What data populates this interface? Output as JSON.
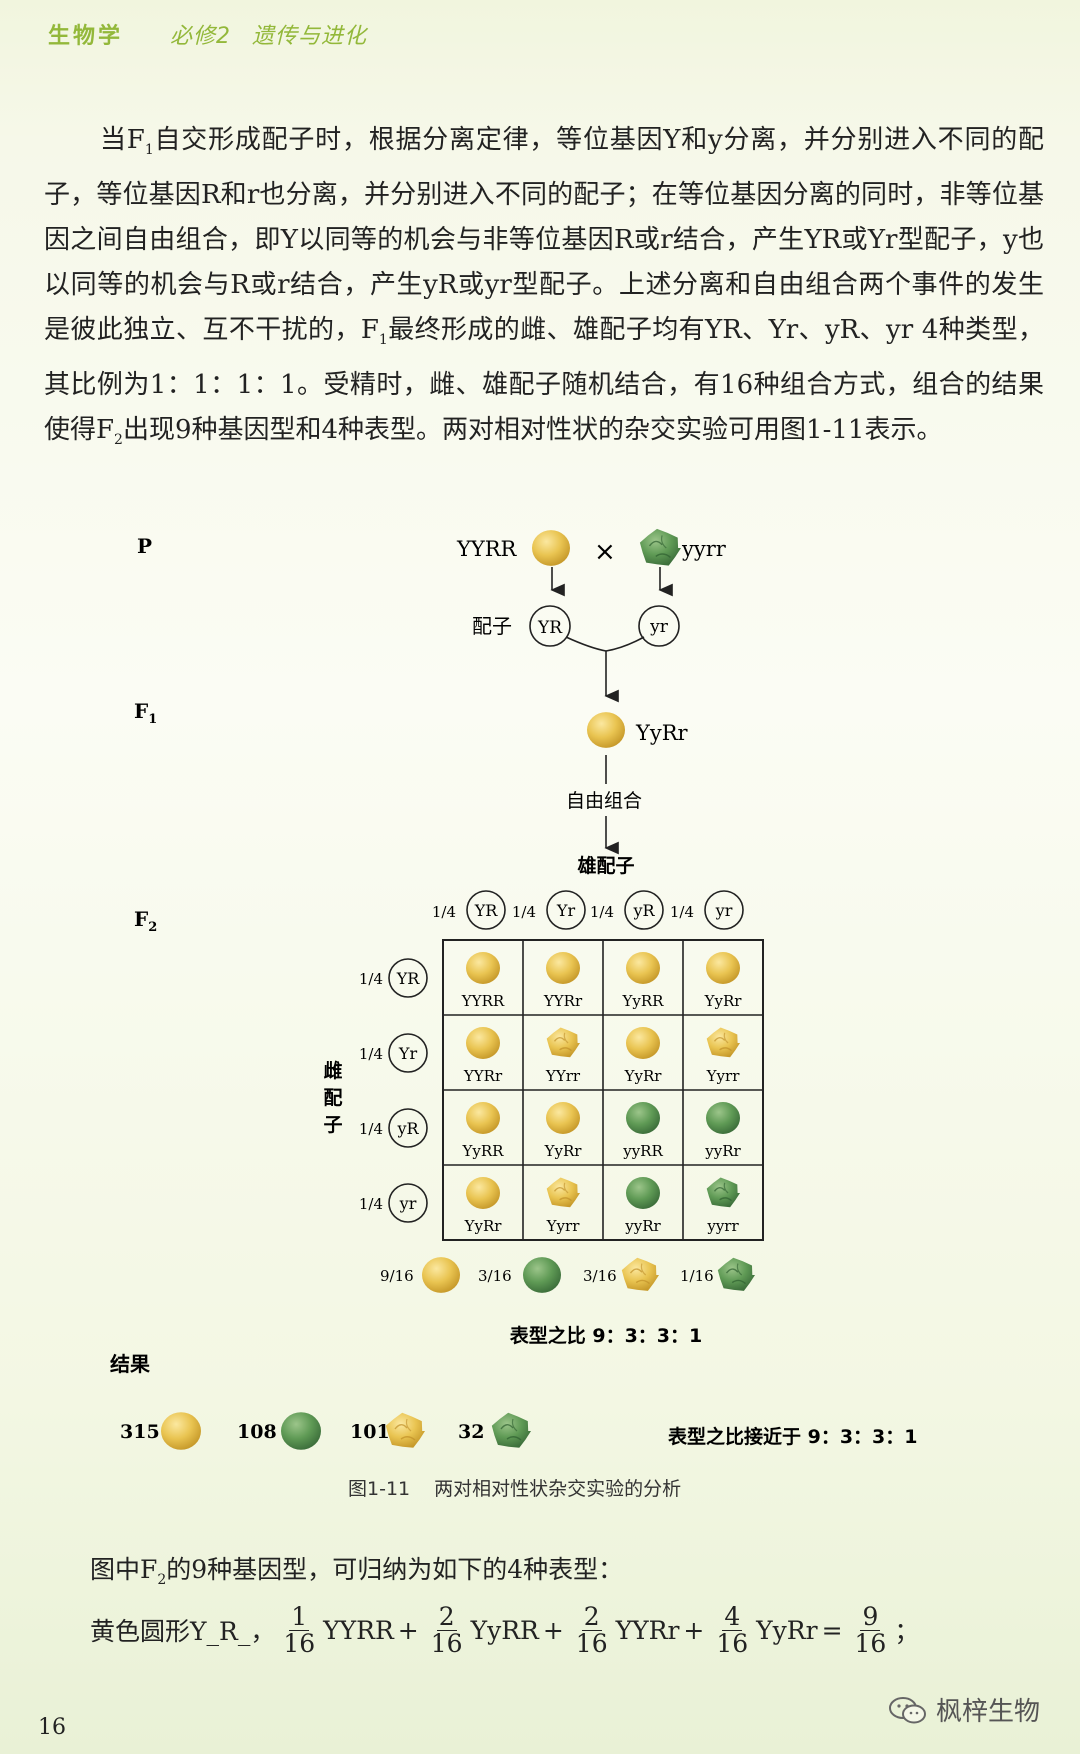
{
  "header": {
    "subject": "生物学",
    "book": "必修2",
    "volume": "遗传与进化"
  },
  "paragraph": {
    "p1": "当F",
    "p2": "自交形成配子时，根据分离定律，等位基因Y和y分离，并分别进入不同的配子，等位基因R和r也分离，并分别进入不同的配子；在等位基因分离的同时，非等位基因之间自由组合，即Y以同等的机会与非等位基因R或r结合，产生YR或Yr型配子，y也以同等的机会与R或r结合，产生yR或yr型配子。上述分离和自由组合两个事件的发生是彼此独立、互不干扰的，F",
    "p3": "最终形成的雌、雄配子均有YR、Yr、yR、yr 4种类型，其比例为1：1：1：1。受精时，雌、雄配子随机结合，有16种组合方式，组合的结果使得F",
    "p4": "出现9种基因型和4种表型。两对相对性状的杂交实验可用图1-11表示。",
    "sub1": "1",
    "sub2": "2"
  },
  "figure": {
    "labels": {
      "P": "P",
      "F1": "F",
      "F2": "F",
      "sub1": "1",
      "sub2": "2"
    },
    "parent_left": "YYRR",
    "cross": "×",
    "parent_right": "yyrr",
    "gamete_label": "配子",
    "gamete_left": "YR",
    "gamete_right": "yr",
    "f1_genotype": "YyRr",
    "free_combination": "自由组合",
    "male_gametes_label": "雄配子",
    "female_gametes_label": [
      "雌",
      "配",
      "子"
    ],
    "male_gametes": [
      {
        "prob": "1/4",
        "type": "YR"
      },
      {
        "prob": "1/4",
        "type": "Yr"
      },
      {
        "prob": "1/4",
        "type": "yR"
      },
      {
        "prob": "1/4",
        "type": "yr"
      }
    ],
    "female_gametes": [
      {
        "prob": "1/4",
        "type": "YR"
      },
      {
        "prob": "1/4",
        "type": "Yr"
      },
      {
        "prob": "1/4",
        "type": "yR"
      },
      {
        "prob": "1/4",
        "type": "yr"
      }
    ],
    "grid": [
      [
        {
          "g": "YYRR",
          "p": "yellow-round"
        },
        {
          "g": "YYRr",
          "p": "yellow-round"
        },
        {
          "g": "YyRR",
          "p": "yellow-round"
        },
        {
          "g": "YyRr",
          "p": "yellow-round"
        }
      ],
      [
        {
          "g": "YYRr",
          "p": "yellow-round"
        },
        {
          "g": "YYrr",
          "p": "yellow-wrinkled"
        },
        {
          "g": "YyRr",
          "p": "yellow-round"
        },
        {
          "g": "Yyrr",
          "p": "yellow-wrinkled"
        }
      ],
      [
        {
          "g": "YyRR",
          "p": "yellow-round"
        },
        {
          "g": "YyRr",
          "p": "yellow-round"
        },
        {
          "g": "yyRR",
          "p": "green-round"
        },
        {
          "g": "yyRr",
          "p": "green-round"
        }
      ],
      [
        {
          "g": "YyRr",
          "p": "yellow-round"
        },
        {
          "g": "Yyrr",
          "p": "yellow-wrinkled"
        },
        {
          "g": "yyRr",
          "p": "green-round"
        },
        {
          "g": "yyrr",
          "p": "green-wrinkled"
        }
      ]
    ],
    "phenotype_fractions": [
      {
        "frac": "9/16",
        "p": "yellow-round"
      },
      {
        "frac": "3/16",
        "p": "green-round"
      },
      {
        "frac": "3/16",
        "p": "yellow-wrinkled"
      },
      {
        "frac": "1/16",
        "p": "green-wrinkled"
      }
    ],
    "ratio_text": "表型之比 9：3：3：1",
    "results_label": "结果",
    "results": [
      {
        "count": "315",
        "p": "yellow-round"
      },
      {
        "count": "108",
        "p": "green-round"
      },
      {
        "count": "101",
        "p": "yellow-wrinkled"
      },
      {
        "count": "32",
        "p": "green-wrinkled"
      }
    ],
    "results_ratio_text": "表型之比接近于 9：3：3：1",
    "pea_colors": {
      "yellow": "#e9c451",
      "yellow_dark": "#cfa330",
      "green": "#5f9a55",
      "green_dark": "#3f7a3f"
    }
  },
  "caption": {
    "number": "图1-11",
    "title": "两对相对性状杂交实验的分析"
  },
  "summary": {
    "t1": "图中F",
    "sub": "2",
    "t2": "的9种基因型，可归纳为如下的4种表型："
  },
  "formula": {
    "lead": "黄色圆形Y_R_，",
    "terms": [
      {
        "n": "1",
        "d": "16",
        "g": "YYRR",
        "op": "+"
      },
      {
        "n": "2",
        "d": "16",
        "g": "YyRR",
        "op": "+"
      },
      {
        "n": "2",
        "d": "16",
        "g": "YYRr",
        "op": "+"
      },
      {
        "n": "4",
        "d": "16",
        "g": "YyRr",
        "op": "="
      }
    ],
    "result": {
      "n": "9",
      "d": "16"
    },
    "end": "；"
  },
  "page_number": "16",
  "watermark": "枫梓生物"
}
